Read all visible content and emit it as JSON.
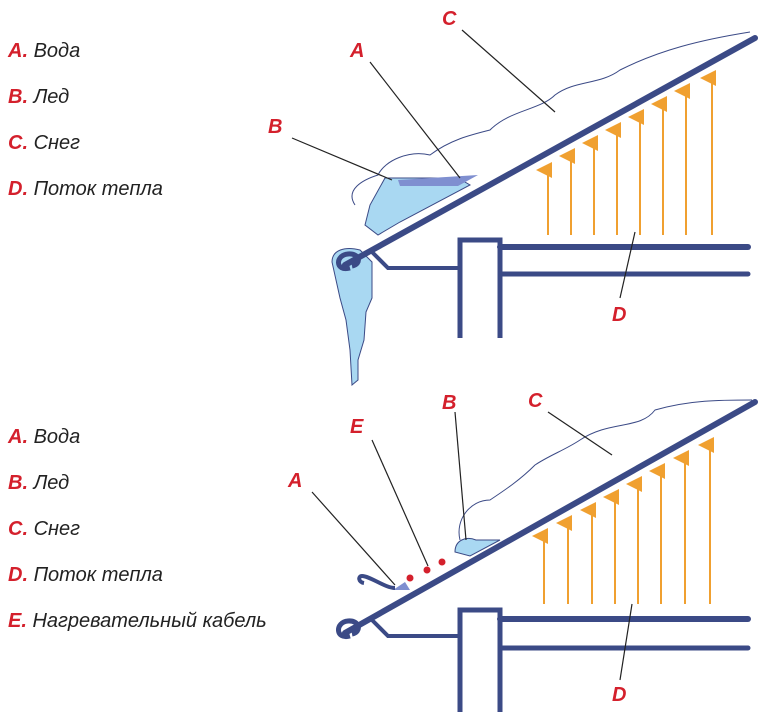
{
  "legend_top": [
    {
      "key": "A.",
      "text": "Вода"
    },
    {
      "key": "B.",
      "text": "Лед"
    },
    {
      "key": "C.",
      "text": "Снег"
    },
    {
      "key": "D.",
      "text": "Поток тепла"
    }
  ],
  "legend_bottom": [
    {
      "key": "A.",
      "text": "Вода"
    },
    {
      "key": "B.",
      "text": "Лед"
    },
    {
      "key": "C.",
      "text": "Снег"
    },
    {
      "key": "D.",
      "text": "Поток тепла"
    },
    {
      "key": "E.",
      "text": "Нагревательный кабель"
    }
  ],
  "callouts_top": {
    "a": "A",
    "b": "B",
    "c": "C",
    "d": "D"
  },
  "callouts_bottom": {
    "a": "A",
    "b": "B",
    "c": "C",
    "d": "D",
    "e": "E"
  },
  "colors": {
    "structure": "#3b4a86",
    "ice": "#a9d8f2",
    "water": "#7f8fd0",
    "heat_arrow": "#f0a030",
    "cable": "#d4202c",
    "label": "#d4202c"
  }
}
